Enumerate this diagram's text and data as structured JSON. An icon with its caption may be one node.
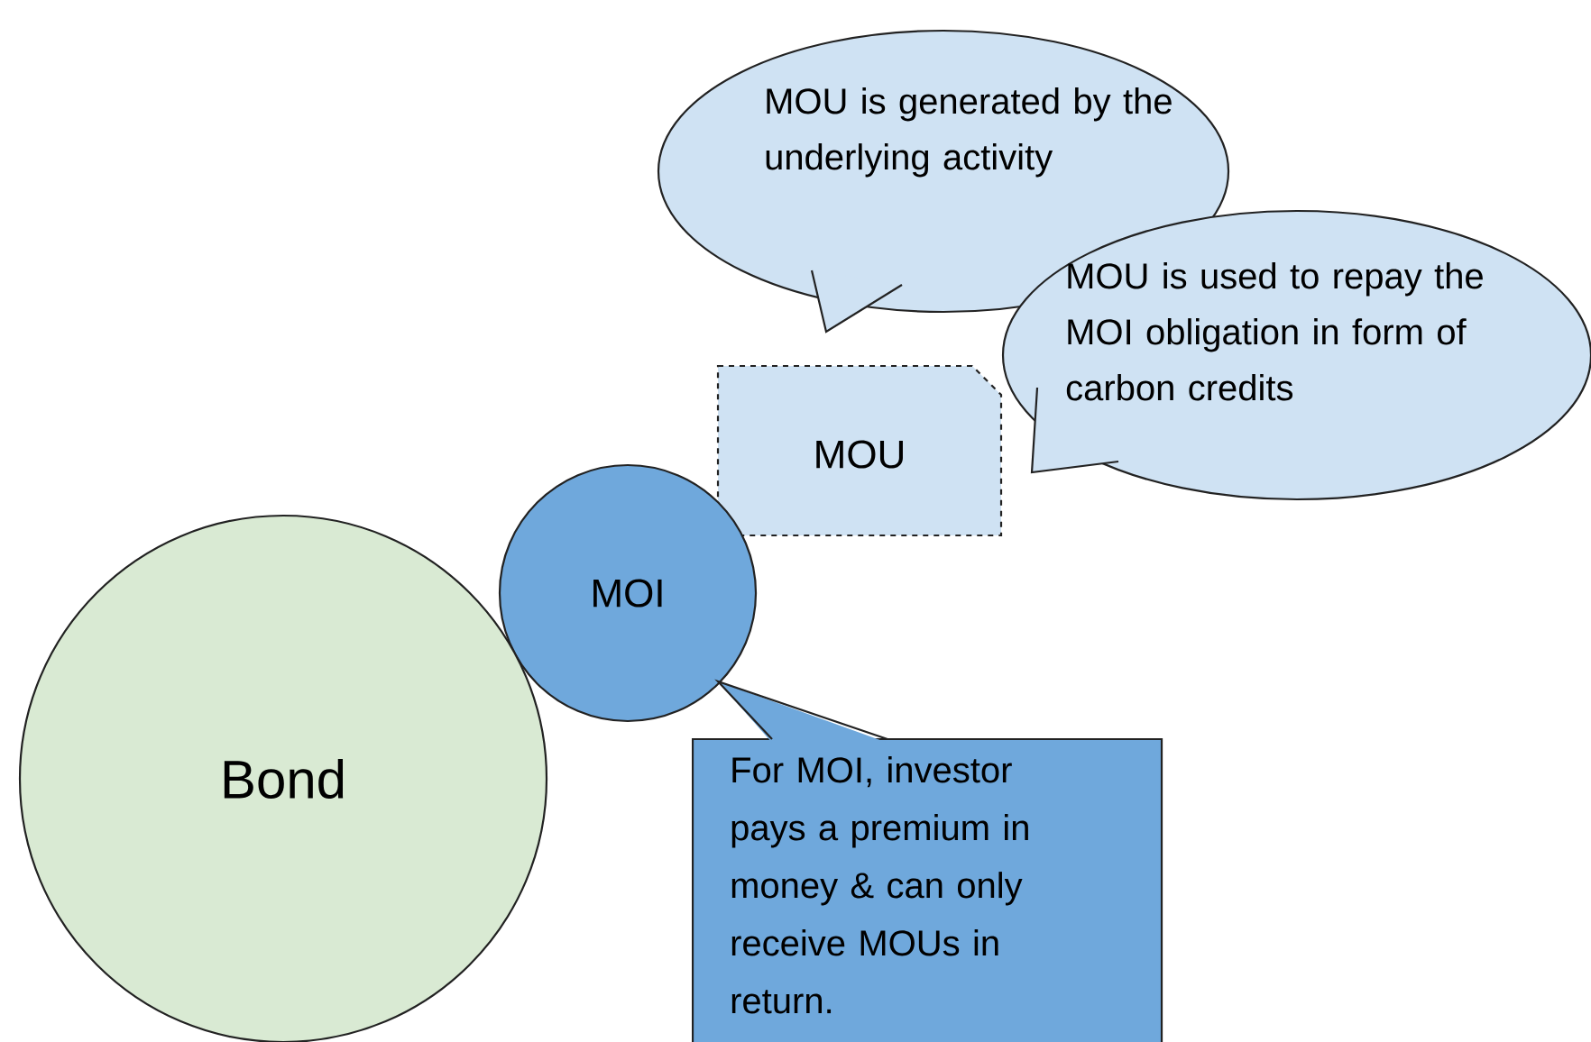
{
  "diagram": {
    "nodes": [
      {
        "text": [
          "MOU is generated by the underlying activity"
        ]
      },
      {
        "text": [
          "MOU is used to repay the MOI obligation in form of carbon credits"
        ]
      },
      {
        "text": [
          "MOU"
        ]
      },
      {
        "text": [
          "MOI"
        ]
      },
      {
        "text": [
          "For MOI, investor pays a premium in money & can only receive MOUs in return."
        ]
      },
      {
        "text": [
          "Bond"
        ]
      }
    ]
  }
}
